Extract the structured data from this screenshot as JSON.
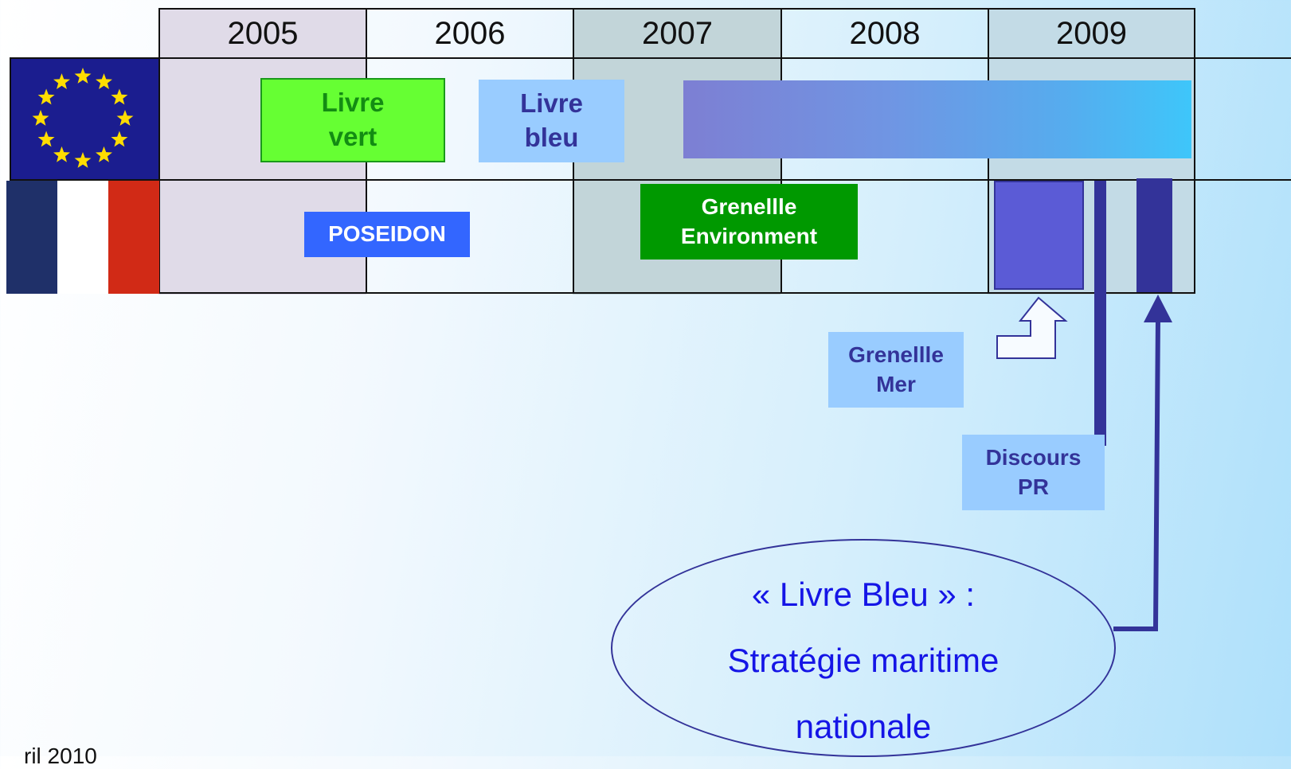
{
  "years": [
    "2005",
    "2006",
    "2007",
    "2008",
    "2009"
  ],
  "eu_events": {
    "livre_vert": [
      "Livre",
      "vert"
    ],
    "livre_bleu": [
      "Livre",
      "bleu"
    ]
  },
  "fr_events": {
    "poseidon": "POSEIDON",
    "grenelle_env": [
      "Grenellle",
      "Environment"
    ]
  },
  "labels": {
    "grenelle_mer": [
      "Grenellle",
      "Mer"
    ],
    "discours_pr": [
      "Discours",
      "PR"
    ]
  },
  "ellipse": {
    "line1": "« Livre Bleu » :",
    "line2": "Stratégie maritime",
    "line3": "nationale"
  },
  "footer": "ril 2010",
  "colors": {
    "eu_blue": "#1b1d8f",
    "eu_star": "#ffdd00",
    "fr_blue": "#1f3069",
    "fr_white": "#ffffff",
    "fr_red": "#d12a16",
    "col_2005": "#e0dbe8",
    "col_2007": "#c2d5d9",
    "col_2009": "#c3dbe6",
    "strategy_bar_start": "#7d7fd3",
    "strategy_bar_end": "#3ec6fa",
    "ps_block": "#5b5bd6",
    "arrow": "#333399"
  }
}
